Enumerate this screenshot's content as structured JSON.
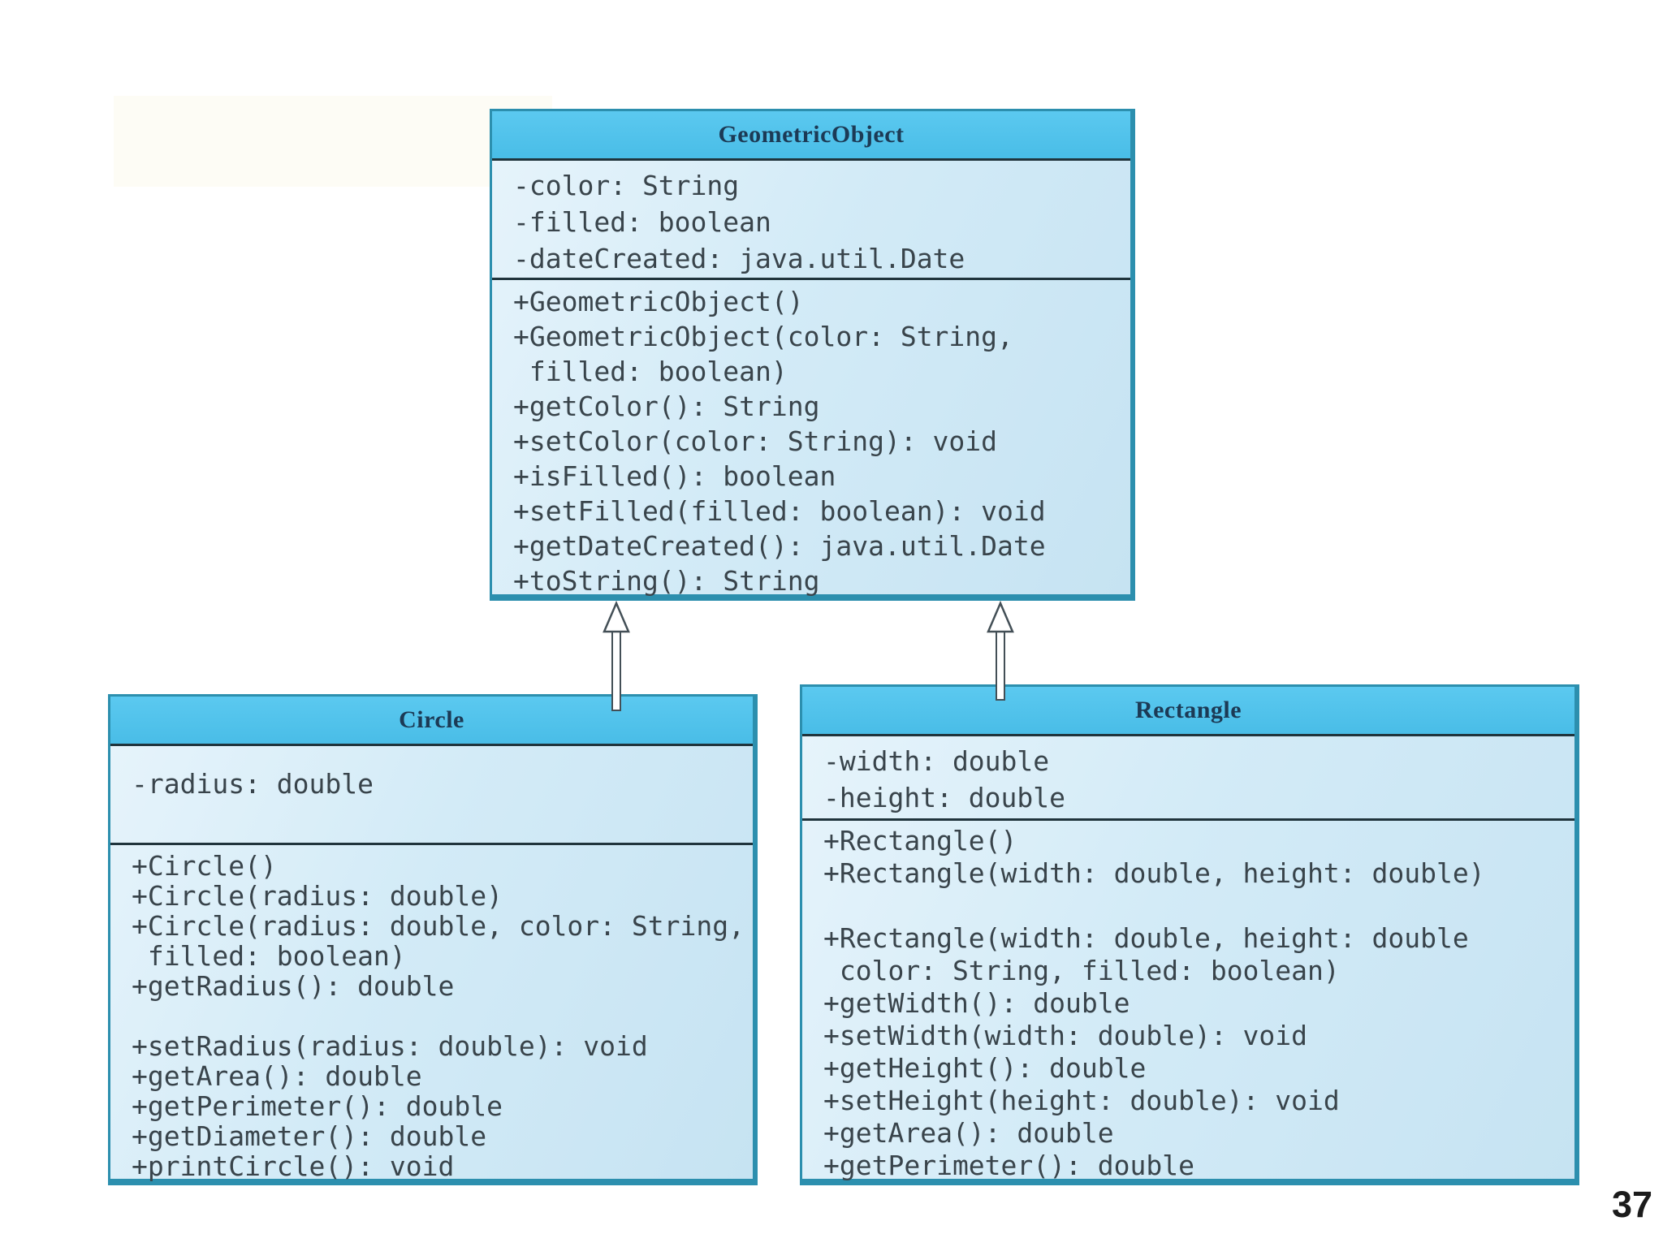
{
  "page": {
    "page_number": "37"
  },
  "diagram_type": "uml-class-diagram",
  "colors": {
    "header_fill": "#52c6ee",
    "body_fill": "#d3ebf7",
    "box_border": "#2c8fae",
    "section_divider": "#20343c",
    "title_text": "#1c3a55",
    "member_text": "#39444b",
    "background": "#ffffff"
  },
  "classes": [
    {
      "id": "geometric-object",
      "title": "GeometricObject",
      "attributes": [
        "-color: String",
        "-filled: boolean",
        "-dateCreated: java.util.Date"
      ],
      "methods": [
        "+GeometricObject()",
        "+GeometricObject(color: String,",
        " filled: boolean)",
        "+getColor(): String",
        "+setColor(color: String): void",
        "+isFilled(): boolean",
        "+setFilled(filled: boolean): void",
        "+getDateCreated(): java.util.Date",
        "+toString(): String"
      ]
    },
    {
      "id": "circle",
      "title": "Circle",
      "attributes": [
        "-radius: double"
      ],
      "methods": [
        "+Circle()",
        "+Circle(radius: double)",
        "+Circle(radius: double, color: String,",
        " filled: boolean)",
        "+getRadius(): double",
        "",
        "+setRadius(radius: double): void",
        "+getArea(): double",
        "+getPerimeter(): double",
        "+getDiameter(): double",
        "+printCircle(): void"
      ]
    },
    {
      "id": "rectangle",
      "title": "Rectangle",
      "attributes": [
        "-width: double",
        "-height: double"
      ],
      "methods": [
        "+Rectangle()",
        "+Rectangle(width: double, height: double)",
        "",
        "+Rectangle(width: double, height: double",
        " color: String, filled: boolean)",
        "+getWidth(): double",
        "+setWidth(width: double): void",
        "+getHeight(): double",
        "+setHeight(height: double): void",
        "+getArea(): double",
        "+getPerimeter(): double"
      ]
    }
  ],
  "relations": [
    {
      "from": "Circle",
      "to": "GeometricObject",
      "type": "inheritance"
    },
    {
      "from": "Rectangle",
      "to": "GeometricObject",
      "type": "inheritance"
    }
  ]
}
